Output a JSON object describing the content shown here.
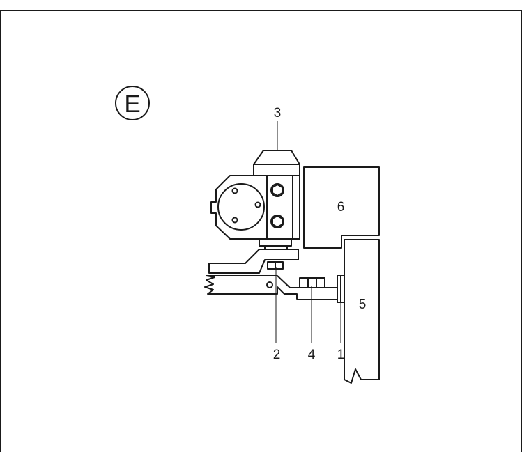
{
  "figure": {
    "view_marker": "E",
    "callouts": {
      "c1": "1",
      "c2": "2",
      "c3": "3",
      "c4": "4",
      "c5": "5",
      "c6": "6"
    }
  },
  "colors": {
    "line": "#1a1a1a",
    "background": "#ffffff"
  }
}
